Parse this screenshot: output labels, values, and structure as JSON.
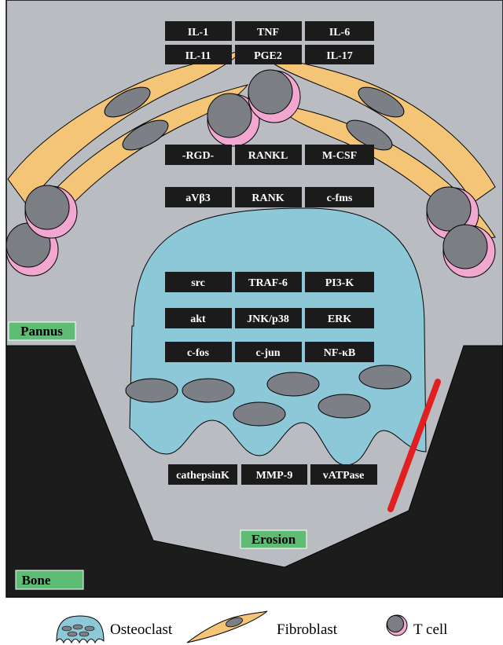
{
  "colors": {
    "background": "#b9bcc1",
    "bone": "#1c1c1c",
    "osteoclast": "#8dc8d8",
    "nucleus": "#7c8086",
    "fibroblast": "#f5c577",
    "tcell_ring": "#f2a7d0",
    "tcell_core": "#7b7f84",
    "label_box": "#1b1b1b",
    "green_box": "#5ebc74",
    "erosion_line": "#e02020"
  },
  "cytokines": [
    [
      "IL-1",
      "TNF",
      "IL-6"
    ],
    [
      "IL-11",
      "PGE2",
      "IL-17"
    ]
  ],
  "ligands": [
    "-RGD-",
    "RANKL",
    "M-CSF"
  ],
  "receptors": [
    "aVβ3",
    "RANK",
    "c-fms"
  ],
  "signaling": [
    [
      "src",
      "TRAF-6",
      "PI3-K"
    ],
    [
      "akt",
      "JNK/p38",
      "ERK"
    ],
    [
      "c-fos",
      "c-jun",
      "NF-κB"
    ]
  ],
  "enzymes": [
    "cathepsinK",
    "MMP-9",
    "vATPase"
  ],
  "regions": {
    "pannus": "Pannus",
    "erosion": "Erosion",
    "bone": "Bone"
  },
  "legend": {
    "osteoclast": "Osteoclast",
    "fibroblast": "Fibroblast",
    "tcell": "T cell"
  }
}
